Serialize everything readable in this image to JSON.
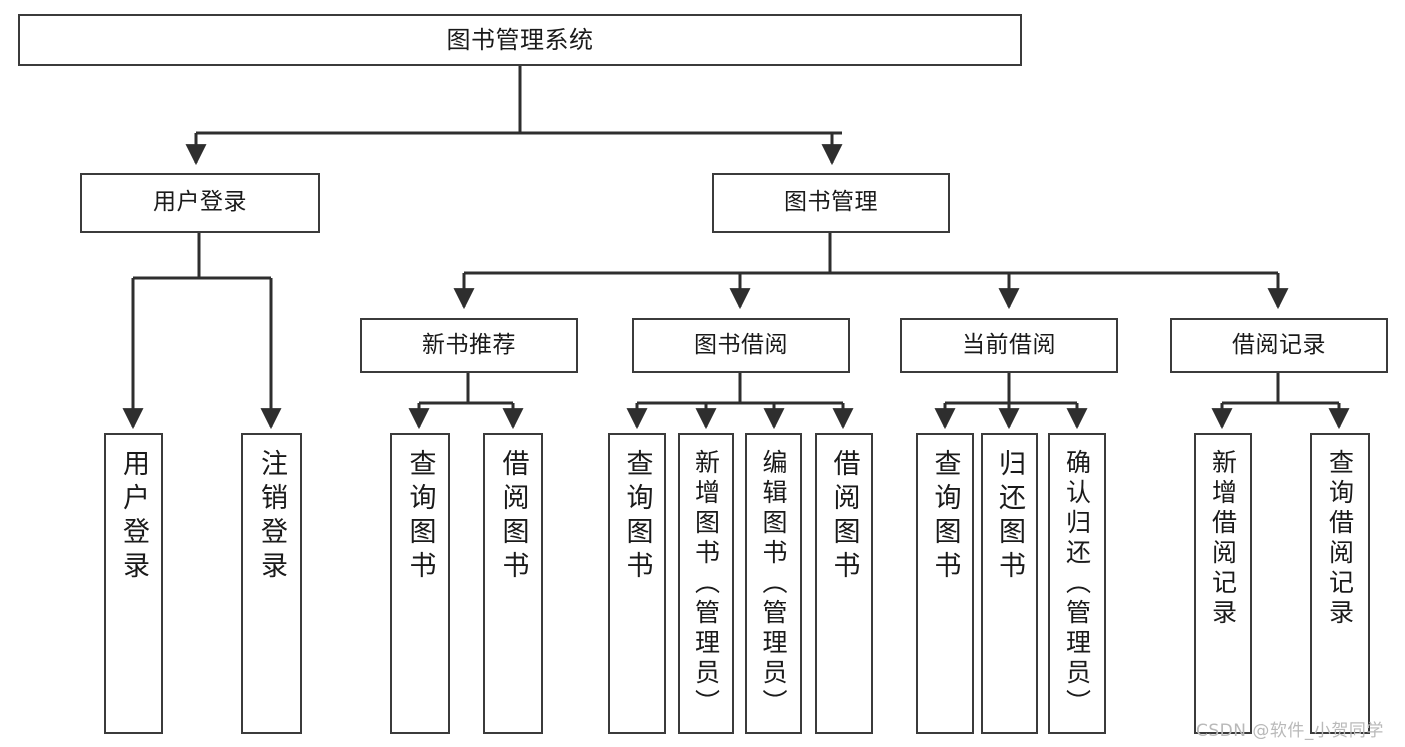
{
  "diagram": {
    "title": "图书管理系统",
    "type": "hierarchy-tree",
    "watermark": "CSDN @软件_小贺同学",
    "colors": {
      "box_border": "#3b3b3b",
      "box_fill": "#ffffff",
      "edge": "#2e2e2e",
      "text": "#1a1a1a",
      "watermark": "#b9b9b9",
      "background": "#ffffff"
    },
    "root": {
      "label": "图书管理系统"
    },
    "tier2": [
      {
        "label": "用户登录"
      },
      {
        "label": "图书管理"
      }
    ],
    "tier3": [
      {
        "label": "新书推荐"
      },
      {
        "label": "图书借阅"
      },
      {
        "label": "当前借阅"
      },
      {
        "label": "借阅记录"
      }
    ],
    "leaves": {
      "user_login": [
        {
          "label": "用户登录"
        },
        {
          "label": "注销登录"
        }
      ],
      "new_book_recommend": [
        {
          "label": "查询图书"
        },
        {
          "label": "借阅图书"
        }
      ],
      "book_borrow": [
        {
          "label": "查询图书"
        },
        {
          "label": "新增图书（管理员）"
        },
        {
          "label": "编辑图书（管理员）"
        },
        {
          "label": "借阅图书"
        }
      ],
      "current_borrow": [
        {
          "label": "查询图书"
        },
        {
          "label": "归还图书"
        },
        {
          "label": "确认归还（管理员）"
        }
      ],
      "borrow_record": [
        {
          "label": "新增借阅记录"
        },
        {
          "label": "查询借阅记录"
        }
      ]
    }
  }
}
